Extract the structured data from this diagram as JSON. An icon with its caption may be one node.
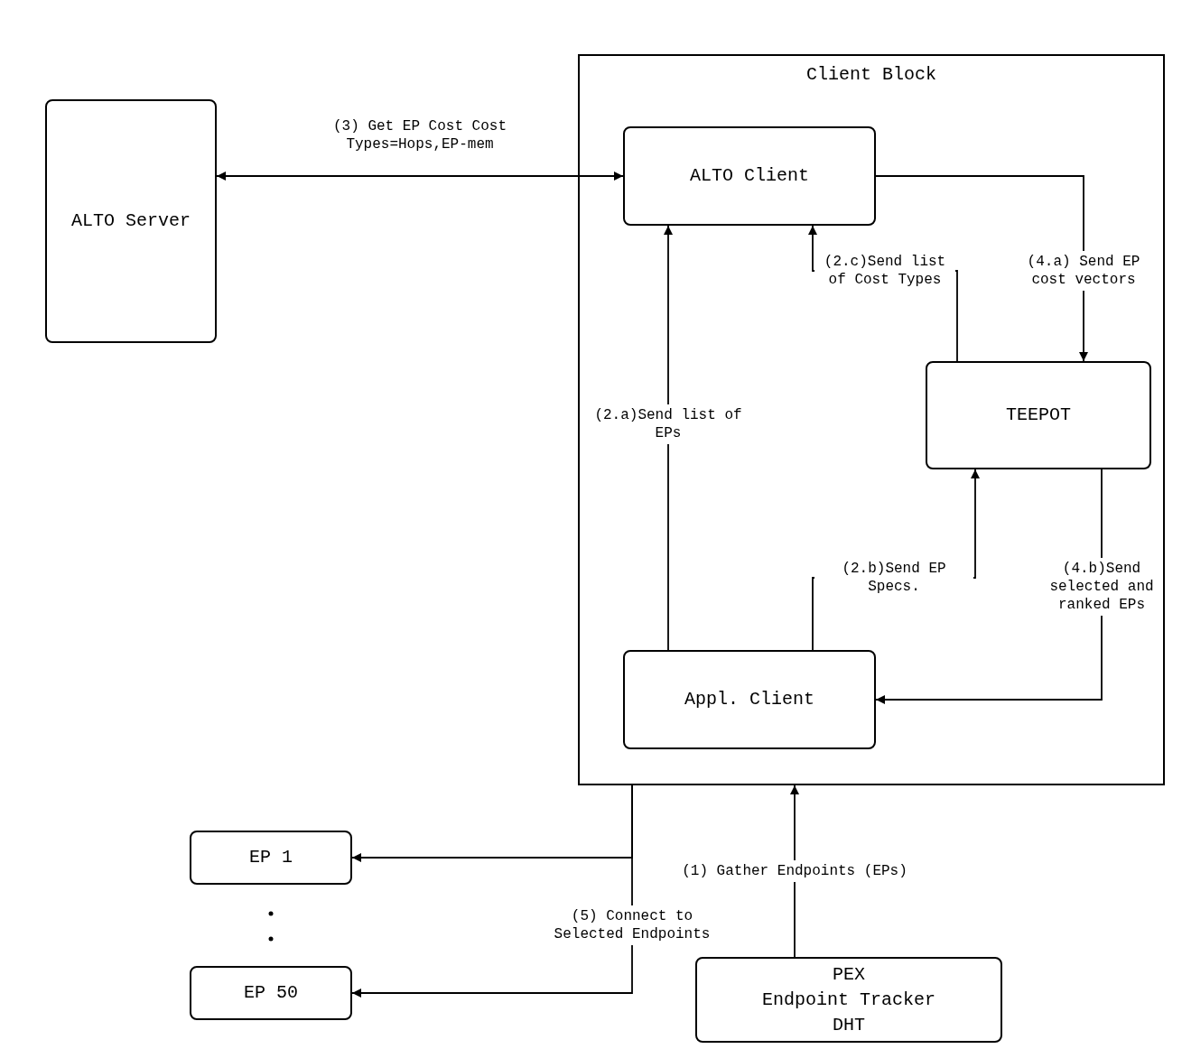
{
  "diagram": {
    "nodes": [
      {
        "text": [
          "ALTO Server"
        ]
      },
      {
        "text": [
          "Client Block"
        ]
      },
      {
        "text": [
          "ALTO Client"
        ],
        "in": 1
      },
      {
        "text": [
          "TEEPOT"
        ],
        "in": 1
      },
      {
        "text": [
          "Appl. Client"
        ],
        "in": 1
      },
      {
        "text": [
          "EP 1"
        ]
      },
      {
        "text": [
          "EP 50"
        ]
      },
      {
        "text": [
          "PEX",
          "Endpoint Tracker",
          "DHT"
        ]
      }
    ],
    "edges": [
      {
        "from": 0,
        "to": 2,
        "arrow": "both",
        "label": "(3) Get EP Cost Cost Types=Hops,EP-mem"
      },
      {
        "from": 4,
        "to": 2,
        "arrow": "to",
        "label": "(2.a)Send list of EPs"
      },
      {
        "from": 3,
        "to": 2,
        "arrow": "to",
        "label": "(2.c)Send list of Cost Types"
      },
      {
        "from": 2,
        "to": 3,
        "arrow": "to",
        "label": "(4.a) Send EP cost vectors"
      },
      {
        "from": 4,
        "to": 3,
        "arrow": "to",
        "label": "(2.b)Send EP Specs."
      },
      {
        "from": 3,
        "to": 4,
        "arrow": "to",
        "label": "(4.b)Send selected and ranked EPs"
      },
      {
        "from": 7,
        "to": 1,
        "arrow": "to",
        "label": "(1) Gather Endpoints (EPs)"
      },
      {
        "from": 1,
        "to": 5,
        "arrow": "to"
      },
      {
        "from": 1,
        "to": 6,
        "arrow": "to",
        "label": "(5) Connect to Selected Endpoints"
      }
    ]
  }
}
